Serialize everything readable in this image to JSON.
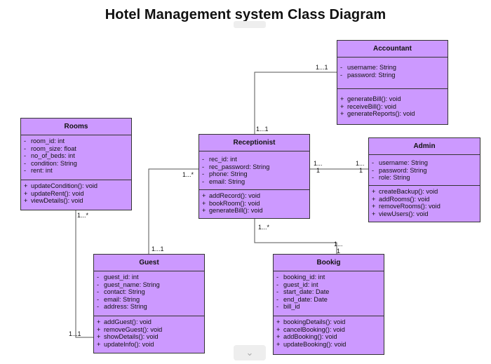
{
  "title": "Hotel Management system Class Diagram",
  "colors": {
    "class_fill": "#cc99ff",
    "border": "#333333",
    "line": "#555555"
  },
  "classes": {
    "accountant": {
      "name": "Accountant",
      "attributes": [
        {
          "vis": "-",
          "text": "username: String"
        },
        {
          "vis": "-",
          "text": "password: String"
        }
      ],
      "methods": [
        {
          "vis": "+",
          "text": "generateBill(): void"
        },
        {
          "vis": "+",
          "text": "receiveBill(): void"
        },
        {
          "vis": "+",
          "text": "generateReports(): void"
        }
      ]
    },
    "rooms": {
      "name": "Rooms",
      "attributes": [
        {
          "vis": "-",
          "text": "room_id: int"
        },
        {
          "vis": "-",
          "text": "room_size: float"
        },
        {
          "vis": "-",
          "text": "no_of_beds: int"
        },
        {
          "vis": "-",
          "text": "condition: String"
        },
        {
          "vis": "-",
          "text": "rent: int"
        }
      ],
      "methods": [
        {
          "vis": "+",
          "text": "updateCondition(): void"
        },
        {
          "vis": "+",
          "text": "updateRent(): void"
        },
        {
          "vis": "+",
          "text": "viewDetails(): void"
        }
      ]
    },
    "receptionist": {
      "name": "Receptionist",
      "attributes": [
        {
          "vis": "-",
          "text": "rec_id: int"
        },
        {
          "vis": "-",
          "text": "rec_password: String"
        },
        {
          "vis": "-",
          "text": "phone: String"
        },
        {
          "vis": "-",
          "text": "email: String"
        }
      ],
      "methods": [
        {
          "vis": "+",
          "text": "addRecord(): void"
        },
        {
          "vis": "+",
          "text": "bookRoom(): void"
        },
        {
          "vis": "+",
          "text": "generateBill(): void"
        }
      ]
    },
    "admin": {
      "name": "Admin",
      "attributes": [
        {
          "vis": "-",
          "text": "username: String"
        },
        {
          "vis": "-",
          "text": "password: String"
        },
        {
          "vis": "-",
          "text": "role: String"
        }
      ],
      "methods": [
        {
          "vis": "+",
          "text": "createBackup(): void"
        },
        {
          "vis": "+",
          "text": "addRooms(): void"
        },
        {
          "vis": "+",
          "text": "removeRooms(): void"
        },
        {
          "vis": "+",
          "text": "viewUsers(): void"
        }
      ]
    },
    "guest": {
      "name": "Guest",
      "attributes": [
        {
          "vis": "-",
          "text": "guest_id: int"
        },
        {
          "vis": "-",
          "text": "guest_name: String"
        },
        {
          "vis": "-",
          "text": "contact: String"
        },
        {
          "vis": "-",
          "text": "email: String"
        },
        {
          "vis": "-",
          "text": "address: String"
        }
      ],
      "methods": [
        {
          "vis": "+",
          "text": "addGuest(): void"
        },
        {
          "vis": "+",
          "text": "removeGuest(): void"
        },
        {
          "vis": "+",
          "text": "showDetails(): void"
        },
        {
          "vis": "+",
          "text": "updateInfo(): void"
        }
      ]
    },
    "booking": {
      "name": "Bookig",
      "attributes": [
        {
          "vis": "-",
          "text": "booking_id: int"
        },
        {
          "vis": "-",
          "text": "guest_id: int"
        },
        {
          "vis": "-",
          "text": "start_date: Date"
        },
        {
          "vis": "-",
          "text": "end_date: Date"
        },
        {
          "vis": "-",
          "text": "bill_id"
        }
      ],
      "methods": [
        {
          "vis": "+",
          "text": "bookingDetails(): void"
        },
        {
          "vis": "+",
          "text": "cancelBooking(): void"
        },
        {
          "vis": "+",
          "text": "addBooking(): void"
        },
        {
          "vis": "+",
          "text": "updateBooking(): void"
        }
      ]
    }
  },
  "multiplicities": {
    "acc_end": "1...1",
    "rec_top": "1...1",
    "rec_left": "1...*",
    "rec_right": "1...",
    "rec_right_b": "1",
    "admin_left": "1...",
    "admin_left_b": "1",
    "rec_bottom": "1...*",
    "book_top": "1...",
    "book_top_b": "1",
    "guest_top": "1...1",
    "rooms_bottom": "1...*",
    "guest_left": "1...1"
  },
  "nav": {
    "expand_icon": "chevron-down-icon",
    "expand_glyph": "⌄"
  }
}
